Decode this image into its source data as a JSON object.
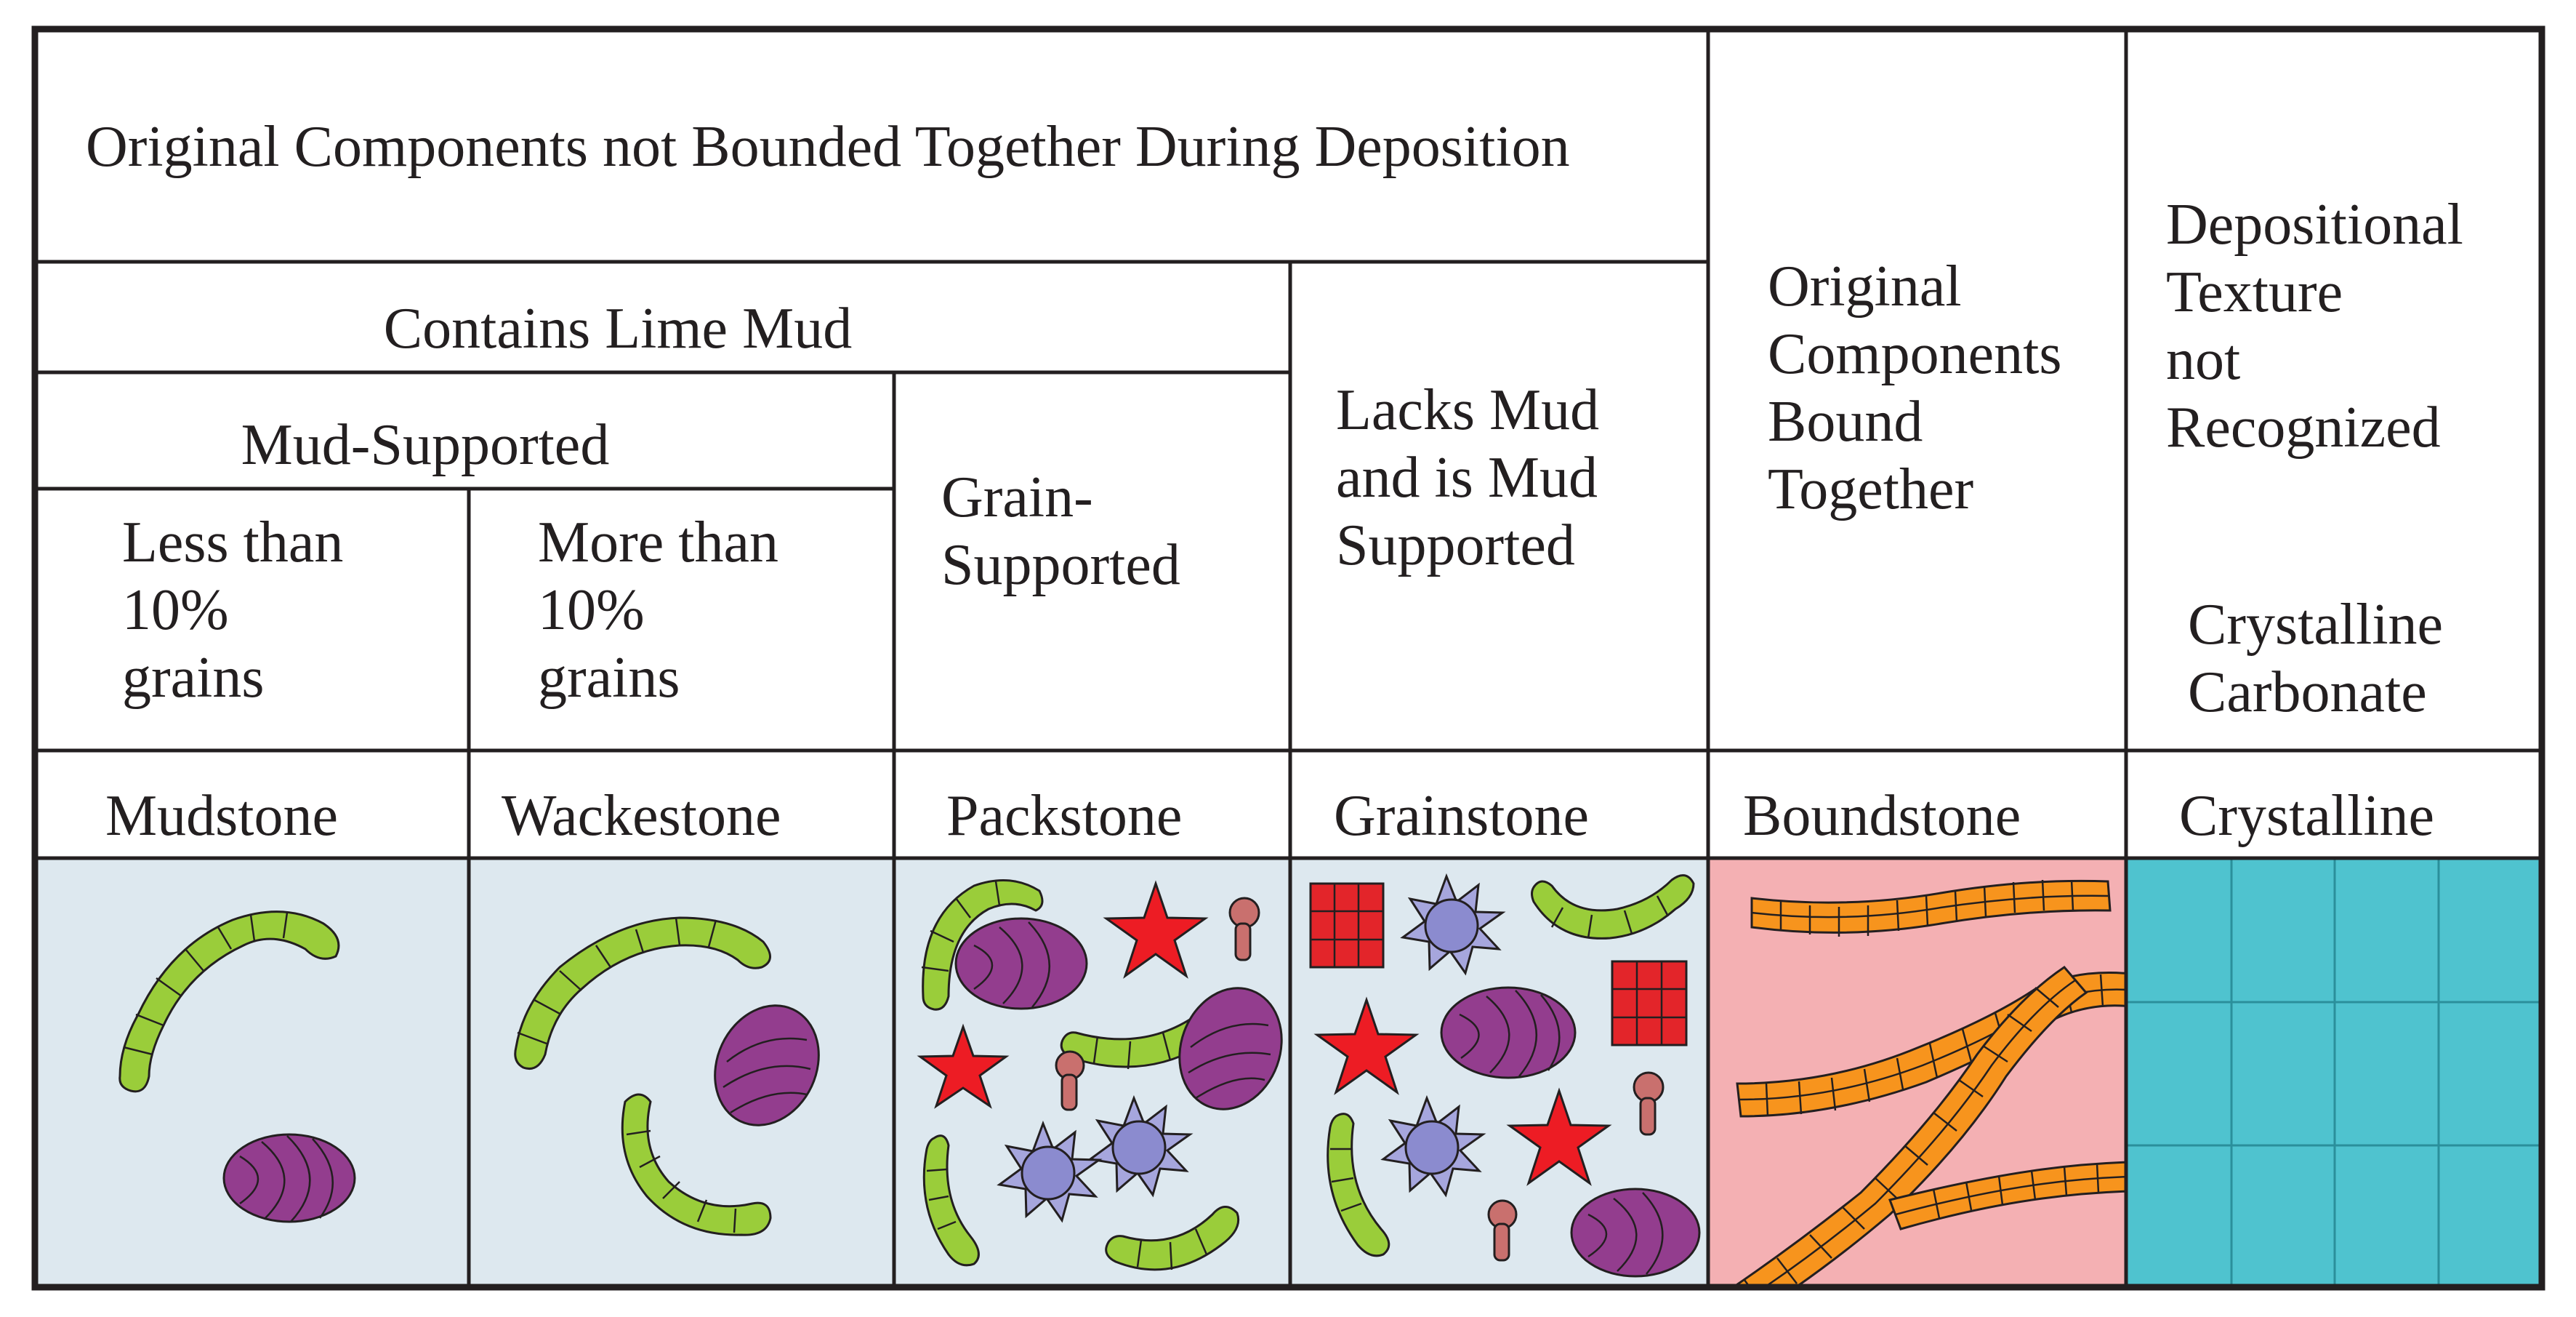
{
  "table": {
    "header_not_bounded": "Original Components not Bounded Together During Deposition",
    "contains_lime_mud": "Contains Lime Mud",
    "mud_supported": "Mud-Supported",
    "less_than": [
      "Less than",
      "10%",
      "grains"
    ],
    "more_than": [
      "More than",
      "10%",
      "grains"
    ],
    "grain_supported": [
      "Grain-",
      "Supported"
    ],
    "lacks_mud": [
      "Lacks Mud",
      "and is Mud",
      "Supported"
    ],
    "bound_together": [
      "Original",
      "Components",
      "Bound",
      "Together"
    ],
    "not_recognized": [
      "Depositional",
      "Texture",
      "not",
      "Recognized"
    ],
    "crystalline_carbonate": [
      "Crystalline",
      "Carbonate"
    ]
  },
  "rock_types": [
    "Mudstone",
    "Wackestone",
    "Packstone",
    "Grainstone",
    "Boundstone",
    "Crystalline"
  ],
  "colors": {
    "mud_background": "#dde8ef",
    "boundstone_background": "#f4b0b3",
    "crystalline_background": "#4fc3cf",
    "shell_green": "#9acd3a",
    "pellet_purple": "#933d8e",
    "star_red": "#ed1c24",
    "star_grain_violet": "#a6a6dd",
    "coral_orange": "#f7941d",
    "peloid_pink": "#c9706e"
  }
}
